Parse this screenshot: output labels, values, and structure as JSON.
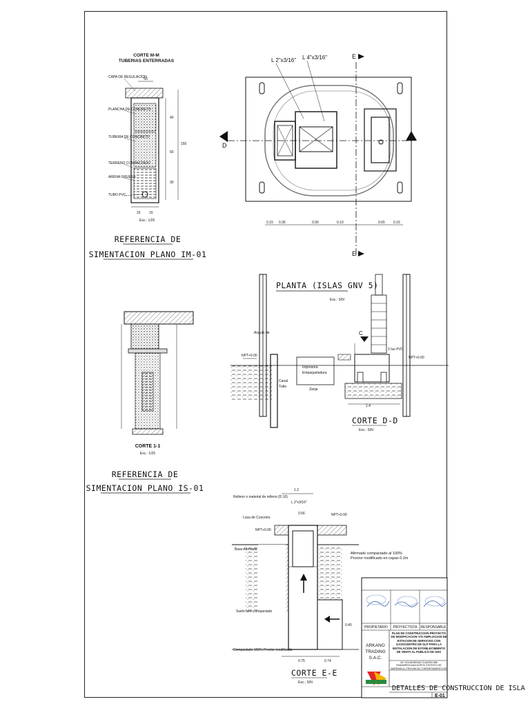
{
  "sections": {
    "corte_mm": {
      "title": "CORTE M-M",
      "subtitle": "TUBERIAS ENTERRADAS",
      "scale": "Esc.: 1/25",
      "labels": [
        "CAPA DE REGULACION",
        "PLANCHA DE CONCRETO",
        "TUBERIA DE CONCRETO",
        "TERRENO COMPACTADO",
        "ARENA GRUESA",
        "TUBO PVC"
      ],
      "dims": {
        "top": "50",
        "d1": "40",
        "d2": "60",
        "d3": "30",
        "total": "150",
        "b1": "15",
        "b2": "15"
      }
    },
    "ref_top": {
      "line1": "REFERENCIA DE",
      "line2": "SIMENTACION PLANO IM-01"
    },
    "planta": {
      "title": "PLANTA (ISLAS GNV 5)",
      "scale": "Esc.: S/N",
      "angle1": "L 2\"x3/16\"",
      "angle2": "L 4\"x3/16\"",
      "mark_e": "E",
      "mark_d": "D",
      "dims": [
        "0.15",
        "0.35",
        "0.90",
        "0.10",
        "0.65",
        "0.15"
      ]
    },
    "corte_11": {
      "title": "CORTE 1-1",
      "scale": "Esc.: 1/25"
    },
    "ref_bottom": {
      "line1": "REFERENCIA DE",
      "line2": "SIMENTACION PLANO IS-01"
    },
    "corte_dd": {
      "title": "CORTE D-D",
      "scale": "Esc.: S/N",
      "mark_c": "C",
      "labels": [
        "Angulo de",
        "NPT+0.00",
        "Impresora",
        "Empaquetadura",
        "Zanja",
        "Canal",
        "Tubo",
        "1.4",
        "2 Iso PVC",
        "NPT+0.00"
      ]
    },
    "corte_ee": {
      "title": "CORTE E-E",
      "scale": "Esc.: S/N",
      "labels": {
        "relleno": "Relleno o material de relleno (D.10)",
        "losa": "Losa de Concreto",
        "npt": "NPT+0.00",
        "npt2": "NPT+0.00",
        "base": "Base Afirmada",
        "compactado": "Afirmado compactado al 100% Proctor modificado en capas 0.2m",
        "suelo": "Suelo bien compactado",
        "comp": "Compactado 100% Proctor modificado"
      },
      "dims": {
        "w": "1.2",
        "inner": "0.56",
        "angle": "L 2\"x3/16\"",
        "b1": "0.75",
        "b2": "0.74",
        "h": "0.40"
      }
    },
    "title_block": {
      "company": [
        "ARKANO",
        "TRADING",
        "S.A.C."
      ],
      "project": "PLAN DE CONSTRUCCION PROYECTO DE MODIFICACION Y/O AMPLIACION DE ESTACION DE SERVICIOS CON GASOCENTRO DE GLP PARA LA INSTALACION DE ESTABLECIMIENTO DE VENTA AL PUBLICO DE GNV",
      "location": "AV. SOLIDARIDAD CUADRA 986 PANAMERICANA NORTE DISTRITO DE BARRANCA, PROVINCIA Y DEPARTAMENTO DE LIMA",
      "sheet_title": "DETALLES DE CONSTRUCCION DE ISLA",
      "sheet_no": "E-01",
      "roles": [
        "PROPIETARIO",
        "PROYECTISTA",
        "RESPONSABLE"
      ]
    }
  }
}
